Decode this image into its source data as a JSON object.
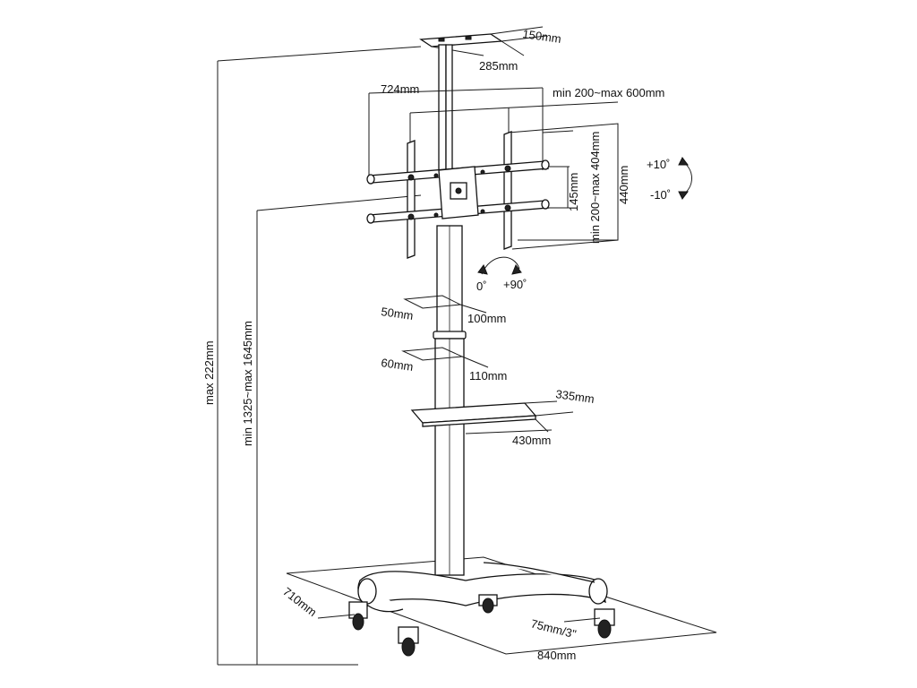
{
  "dimensions": {
    "top_plate_depth": "150mm",
    "top_plate_width": "285mm",
    "bracket_width": "724mm",
    "vesa_horizontal": "min 200~max 600mm",
    "arm_spacing": "145mm",
    "vesa_vertical": "min 200~max 404mm",
    "bracket_height": "440mm",
    "tilt_up": "+10˚",
    "tilt_down": "-10˚",
    "rotation_start": "0˚",
    "rotation_end": "+90˚",
    "upper_pole_depth": "50mm",
    "upper_pole_width": "100mm",
    "lower_pole_depth": "60mm",
    "lower_pole_width": "110mm",
    "shelf_depth": "335mm",
    "shelf_width": "430mm",
    "max_height": "max 222mm",
    "height_range": "min 1325~max 1645mm",
    "base_depth": "710mm",
    "caster_size": "75mm/3\"",
    "base_width": "840mm"
  }
}
